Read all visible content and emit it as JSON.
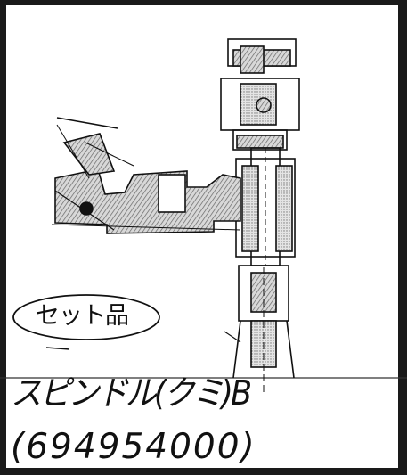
{
  "drawing": {
    "stamp_label": "セット品",
    "part_name": "スピンドル(クミ)B",
    "part_number": "(694954000)"
  },
  "colors": {
    "ink": "#111111",
    "hatch": "#555555",
    "paper": "#ffffff"
  }
}
